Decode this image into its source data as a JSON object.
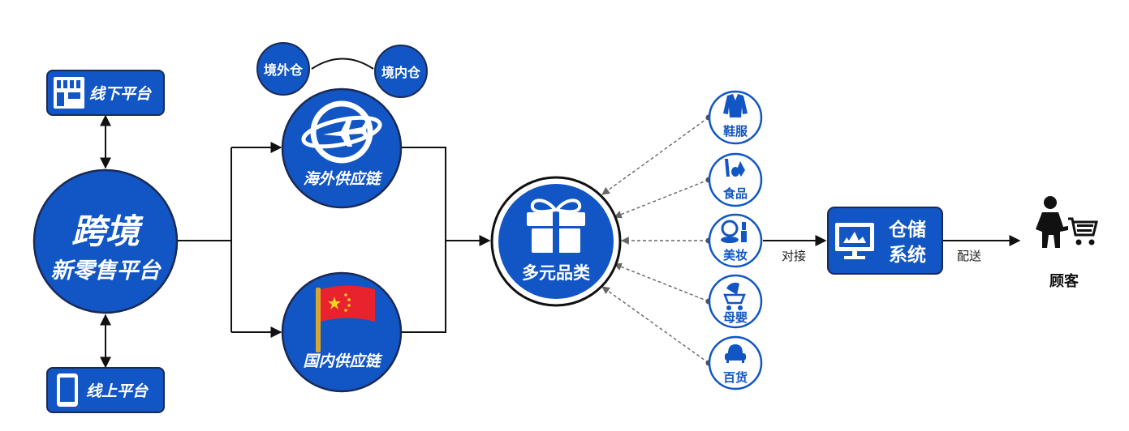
{
  "colors": {
    "primary": "#1156c4",
    "stroke": "#1a2a55",
    "line": "#111111",
    "dashed": "#666666",
    "ink": "#111111",
    "flag_red": "#e8232d",
    "flag_star": "#f7d21d"
  },
  "channels": {
    "offline": {
      "label": "线下平台",
      "icon": "store-icon"
    },
    "online": {
      "label": "线上平台",
      "icon": "smartphone-icon"
    }
  },
  "platform": {
    "title": "跨境",
    "subtitle": "新零售平台"
  },
  "warehouses": {
    "overseas": "境外仓",
    "domestic": "境内仓"
  },
  "supply_chains": {
    "overseas": {
      "label": "海外供应链",
      "icon": "globe-plane-icon"
    },
    "domestic": {
      "label": "国内供应链",
      "icon": "china-flag-icon"
    }
  },
  "hub": {
    "label": "多元品类",
    "icon": "gift-icon"
  },
  "categories": [
    {
      "label": "鞋服",
      "icon": "clothing-icon"
    },
    {
      "label": "食品",
      "icon": "food-icon"
    },
    {
      "label": "美妆",
      "icon": "cosmetics-icon"
    },
    {
      "label": "母婴",
      "icon": "stroller-icon"
    },
    {
      "label": "百货",
      "icon": "sofa-icon"
    }
  ],
  "edges": {
    "connect": "对接",
    "deliver": "配送"
  },
  "warehouse_system": {
    "line1": "仓储",
    "line2": "系统",
    "icon": "monitor-icon"
  },
  "customer": {
    "label": "顾客",
    "icon": "shopper-cart-icon"
  }
}
